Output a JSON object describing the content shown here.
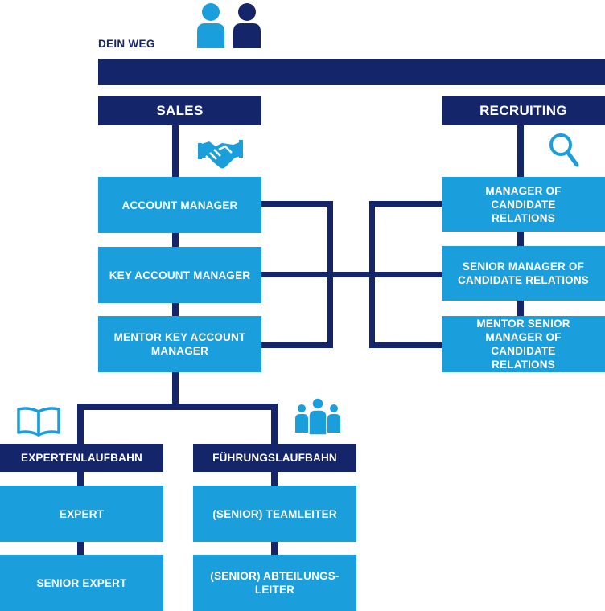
{
  "path_label": "DEIN WEG",
  "colors": {
    "dark": "#14256a",
    "light": "#1a9fdc"
  },
  "icons": {
    "top": "two-people-icon",
    "sales": "handshake-icon",
    "recruiting": "magnifier-icon",
    "expert": "open-book-icon",
    "leadership": "group-icon"
  },
  "sales": {
    "title": "SALES",
    "roles": [
      {
        "label": "ACCOUNT MANAGER"
      },
      {
        "label": "KEY ACCOUNT MANAGER"
      },
      {
        "label": "MENTOR KEY ACCOUNT MANAGER"
      }
    ]
  },
  "recruiting": {
    "title": "RECRUITING",
    "roles": [
      {
        "label": "MANAGER OF CANDIDATE RELATIONS"
      },
      {
        "label": "SENIOR MANAGER OF CANDIDATE RELATIONS"
      },
      {
        "label": "MENTOR SENIOR MANAGER OF CANDIDATE RELATIONS"
      }
    ]
  },
  "expert_track": {
    "title": "EXPERTENLAUFBAHN",
    "roles": [
      {
        "label": "EXPERT"
      },
      {
        "label": "SENIOR EXPERT"
      }
    ]
  },
  "leadership_track": {
    "title": "FÜHRUNGSLAUFBAHN",
    "roles": [
      {
        "label": "(SENIOR) TEAMLEITER"
      },
      {
        "label": "(SENIOR) ABTEILUNGS-LEITER"
      }
    ]
  }
}
